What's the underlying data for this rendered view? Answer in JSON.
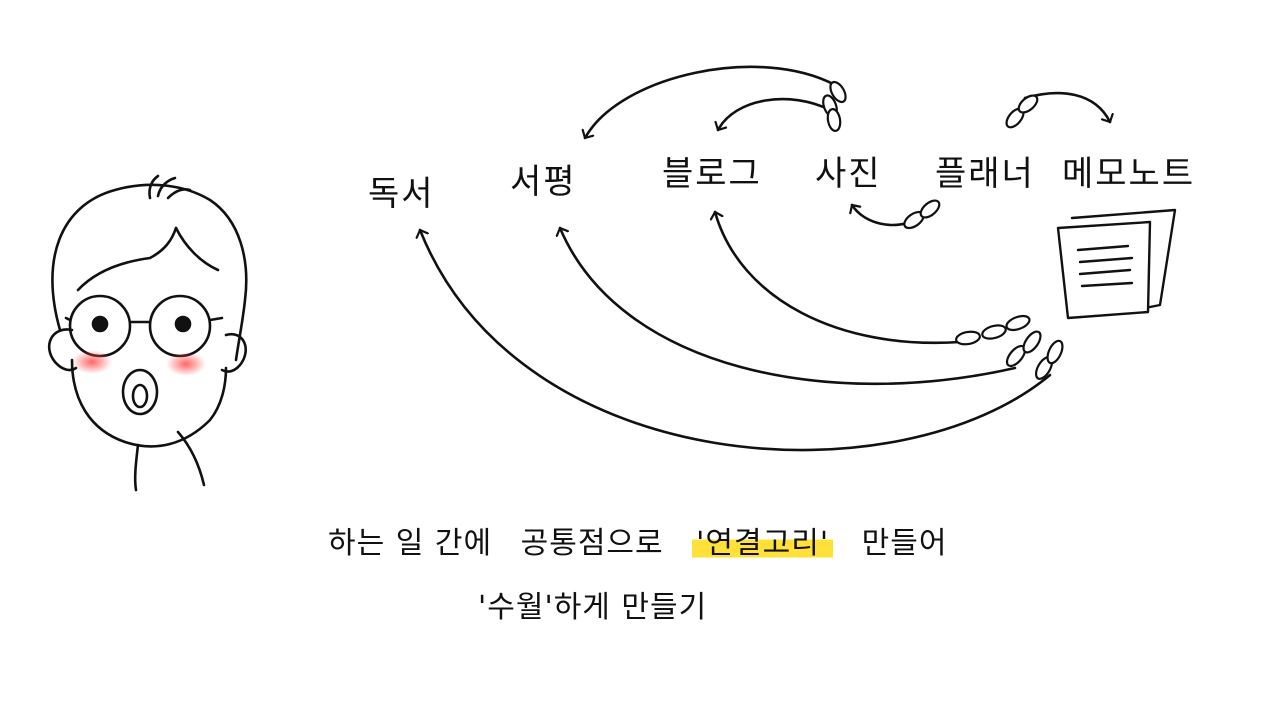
{
  "labels": {
    "reading": "독서",
    "review": "서평",
    "blog": "블로그",
    "photo": "사진",
    "planner": "플래너",
    "memo_note": "메모노트"
  },
  "caption": {
    "line1_a": "하는 일 간에",
    "line1_b": "공통점으로",
    "line1_highlight": "'연결고리'",
    "line1_c": "만들어",
    "line2": "'수월'하게 만들기"
  },
  "colors": {
    "ink": "#111111",
    "highlight": "#ffe13a",
    "blush": "#ff5a5a"
  }
}
